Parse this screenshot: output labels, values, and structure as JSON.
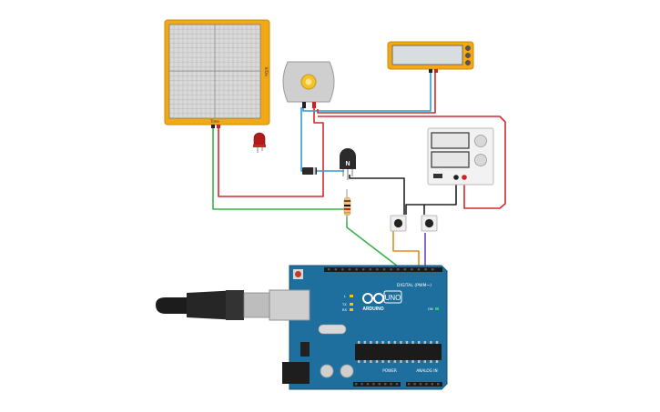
{
  "oscilloscope": {
    "y_label": "V/Div",
    "x_label": "Time"
  },
  "transistor": {
    "label": "N"
  },
  "arduino": {
    "brand": "ARDUINO",
    "model": "UNO",
    "digital_label": "DIGITAL (PWM~)",
    "power_label": "POWER",
    "analog_label": "ANALOG IN",
    "tx_label": "TX",
    "rx_label": "RX",
    "l_label": "L",
    "on_label": "ON"
  },
  "colors": {
    "wire_red": "#d42a2a",
    "wire_blue": "#2f9bd6",
    "wire_green": "#38b24a",
    "wire_black": "#222222",
    "wire_orange": "#e68a1c",
    "wire_purple": "#7b3fa8",
    "board_blue": "#1f6f9e",
    "instrument_orange": "#f2a917"
  }
}
